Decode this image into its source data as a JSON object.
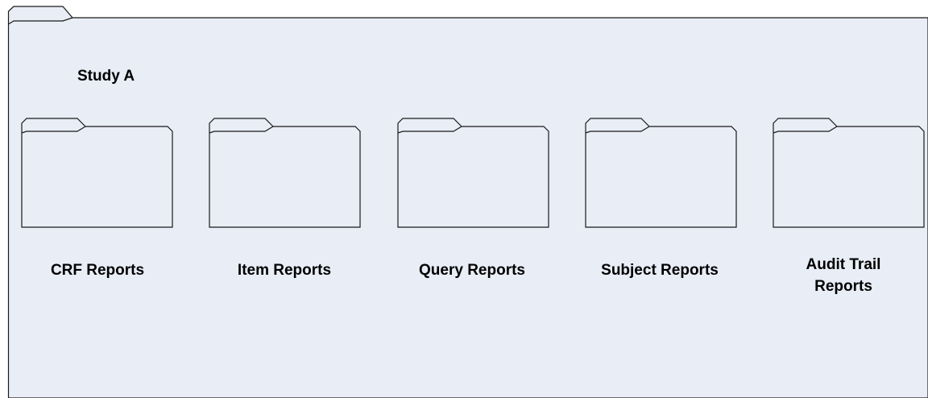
{
  "diagram": {
    "title": "Study A",
    "folders": [
      {
        "label_lines": [
          "CRF Reports"
        ]
      },
      {
        "label_lines": [
          "Item Reports"
        ]
      },
      {
        "label_lines": [
          "Query Reports"
        ]
      },
      {
        "label_lines": [
          "Subject Reports"
        ]
      },
      {
        "label_lines": [
          "Audit Trail",
          "Reports"
        ]
      }
    ],
    "colors": {
      "folder_fill": "#e8edf6",
      "stroke": "#1a1a1a",
      "text": "#000000"
    }
  }
}
